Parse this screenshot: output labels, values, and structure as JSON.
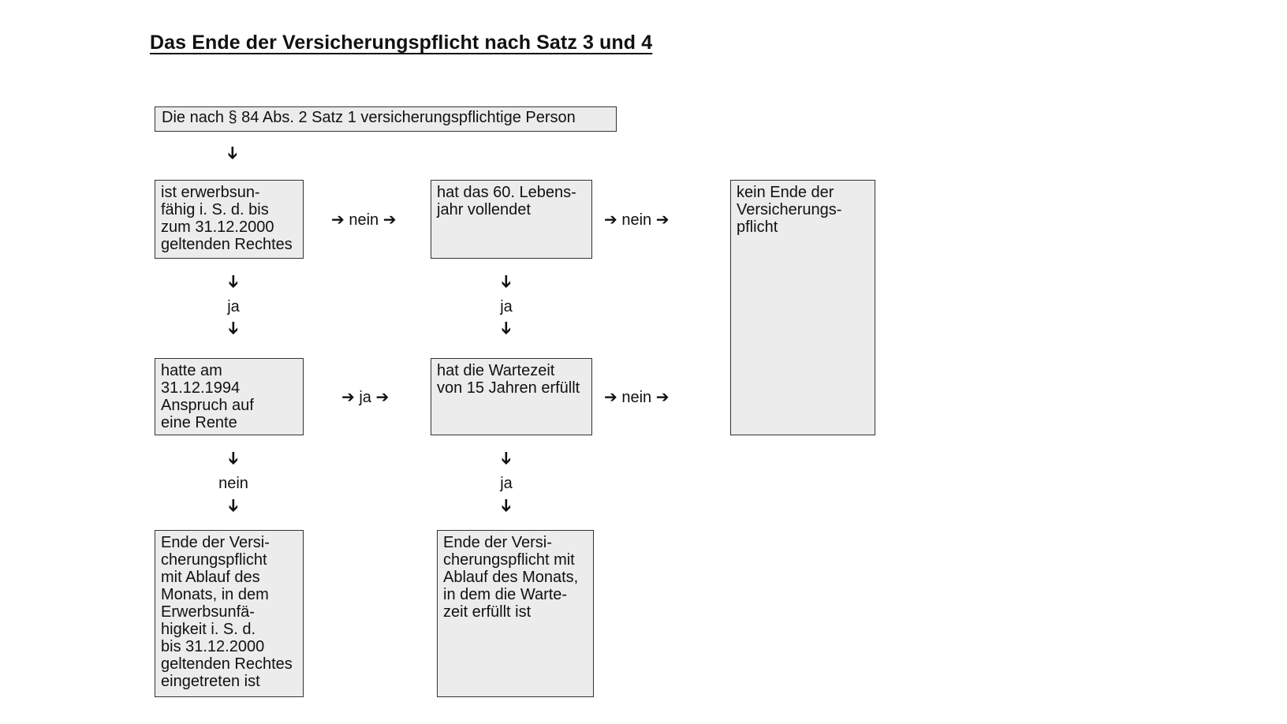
{
  "title": "Das Ende der Versicherungspflicht nach Satz 3 und 4",
  "boxes": {
    "start": "Die nach § 84 Abs. 2 Satz 1 versicherungspflichtige Person",
    "erwerbsunfaehig": "ist erwerbsun-\nfähig i. S. d. bis\nzum 31.12.2000\ngeltenden Rechtes",
    "lebensjahr": "hat das 60. Lebens-\njahr vollendet",
    "kein_ende": "kein Ende der\nVersicherungs-\npflicht",
    "rente_1994": "hatte am\n31.12.1994\nAnspruch auf\neine Rente",
    "wartezeit": "hat die Wartezeit\nvon 15 Jahren erfüllt",
    "ende_erwerbsunfaehig": "Ende der Versi-\ncherungspflicht\nmit Ablauf des\nMonats, in dem\nErwerbsunfä-\nhigkeit i. S. d.\nbis 31.12.2000\ngeltenden Rechtes\neingetreten ist",
    "ende_wartezeit": "Ende der Versi-\ncherungspflicht mit\nAblauf des Monats,\nin dem die Warte-\nzeit erfüllt ist"
  },
  "labels": {
    "nein": "nein",
    "ja": "ja"
  },
  "arrow_glyph": "➔"
}
